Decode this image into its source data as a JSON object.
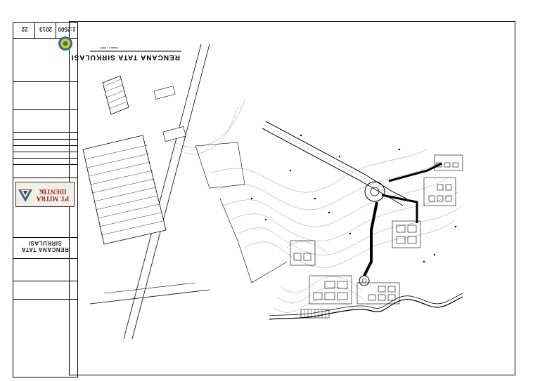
{
  "orientation_note": "",
  "drawing": {
    "title": "RENCANA TATA SIRKULASI",
    "scale_label": "Skala 1 : 2500"
  },
  "title_block": {
    "project_header": "",
    "project_name_line1": "",
    "project_name_line2": "",
    "location_header": "",
    "location_line1": "",
    "location_line2": "",
    "location_line3": "",
    "sheet_title": "RENCANA TATA SIRKULASI",
    "consultant_header": "",
    "consultant_name": "PT. MITRA IDENTIK",
    "consultant_sub": "",
    "fields": [
      {
        "label": "",
        "value": ""
      },
      {
        "label": "",
        "value": ""
      },
      {
        "label": "",
        "value": ""
      },
      {
        "label": "",
        "value": ""
      },
      {
        "label": "",
        "value": ""
      }
    ],
    "approval_header": "",
    "approval_name": "",
    "checked_header": "",
    "checked_name": "",
    "drawn_header": "",
    "drawn_name": "",
    "scale_header": "",
    "year_header": "",
    "sheet_no_header": "",
    "scale_value": "1:2500",
    "year_value": "2013",
    "sheet_no_value": "22",
    "owner_name": "",
    "owner_sub": ""
  },
  "map_labels": {
    "road_label": "",
    "river_label": "",
    "plaza_label": "",
    "zone_a": "",
    "zone_b": "",
    "zone_c": "",
    "zone_d": "",
    "zone_e": "",
    "zone_f": "",
    "parking_label": "",
    "north_label": ""
  }
}
